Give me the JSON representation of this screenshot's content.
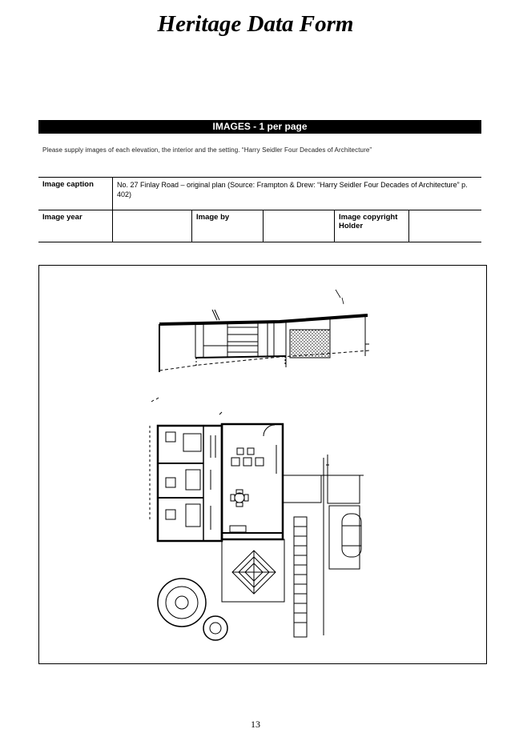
{
  "form": {
    "title": "Heritage Data Form",
    "section_title": "IMAGES - 1 per page",
    "instructions": "Please supply images of each elevation, the interior and the setting. “Harry Seidler Four Decades of Architecture”"
  },
  "fields": {
    "caption_label": "Image caption",
    "caption_value": "No. 27 Finlay Road – original plan (Source: Frampton & Drew: “Harry Seidler Four Decades of Architecture” p. 402)",
    "year_label": "Image year",
    "year_value": "",
    "by_label": "Image by",
    "by_value": "",
    "copyright_label": "Image copyright Holder",
    "copyright_value": ""
  },
  "page_number": "13"
}
